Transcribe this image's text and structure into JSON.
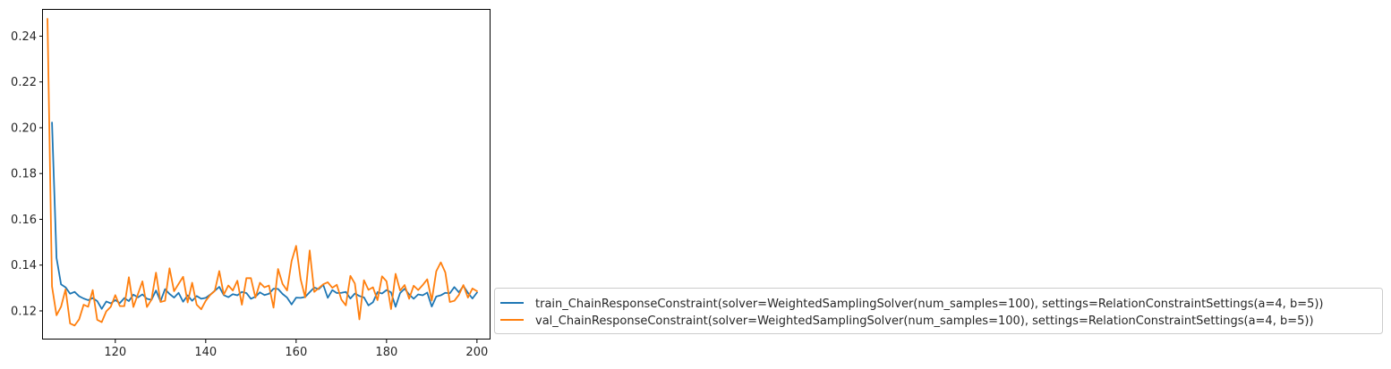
{
  "chart_data": {
    "type": "line",
    "title": "",
    "xlabel": "",
    "ylabel": "",
    "xlim": [
      104,
      203
    ],
    "ylim": [
      0.1075,
      0.2515
    ],
    "xticks": [
      120,
      140,
      160,
      180,
      200
    ],
    "yticks": [
      0.12,
      0.14,
      0.16,
      0.18,
      0.2,
      0.22,
      0.24
    ],
    "legend_position": "outside-lower-right",
    "grid": false,
    "series": [
      {
        "name": "train_ChainResponseConstraint(solver=WeightedSamplingSolver(num_samples=100), settings=RelationConstraintSettings(a=4, b=5))",
        "color": "#1f77b4",
        "x": [
          106,
          107,
          108,
          109,
          110,
          111,
          112,
          113,
          114,
          115,
          116,
          117,
          118,
          119,
          120,
          121,
          122,
          123,
          124,
          125,
          126,
          127,
          128,
          129,
          130,
          131,
          132,
          133,
          134,
          135,
          136,
          137,
          138,
          139,
          140,
          141,
          142,
          143,
          144,
          145,
          146,
          147,
          148,
          149,
          150,
          151,
          152,
          153,
          154,
          155,
          156,
          157,
          158,
          159,
          160,
          161,
          162,
          163,
          164,
          165,
          166,
          167,
          168,
          169,
          170,
          171,
          172,
          173,
          174,
          175,
          176,
          177,
          178,
          179,
          180,
          181,
          182,
          183,
          184,
          185,
          186,
          187,
          188,
          189,
          190,
          191,
          192,
          193,
          194,
          195,
          196,
          197,
          198,
          199,
          200
        ],
        "values": [
          0.2022,
          0.1431,
          0.1316,
          0.1303,
          0.1275,
          0.1283,
          0.1264,
          0.1254,
          0.1247,
          0.1256,
          0.1243,
          0.1209,
          0.1241,
          0.1233,
          0.1247,
          0.1234,
          0.1256,
          0.1243,
          0.1271,
          0.1259,
          0.1272,
          0.1253,
          0.1248,
          0.1289,
          0.1242,
          0.1295,
          0.1274,
          0.1258,
          0.1279,
          0.124,
          0.1268,
          0.1244,
          0.1265,
          0.1253,
          0.1257,
          0.1271,
          0.1288,
          0.1305,
          0.1269,
          0.126,
          0.1273,
          0.1268,
          0.1283,
          0.1278,
          0.1253,
          0.1262,
          0.1281,
          0.1269,
          0.1275,
          0.1297,
          0.1296,
          0.1274,
          0.1258,
          0.1228,
          0.1258,
          0.1257,
          0.1261,
          0.1282,
          0.1302,
          0.1295,
          0.1314,
          0.1257,
          0.1291,
          0.1278,
          0.1279,
          0.1283,
          0.1254,
          0.1276,
          0.1265,
          0.1259,
          0.1224,
          0.1238,
          0.1282,
          0.1276,
          0.1291,
          0.1281,
          0.1218,
          0.1278,
          0.1297,
          0.1272,
          0.1253,
          0.1272,
          0.1268,
          0.128,
          0.1219,
          0.1263,
          0.1268,
          0.1279,
          0.1277,
          0.1304,
          0.1281,
          0.1309,
          0.1279,
          0.1254,
          0.128
        ]
      },
      {
        "name": "val_ChainResponseConstraint(solver=WeightedSamplingSolver(num_samples=100), settings=RelationConstraintSettings(a=4, b=5))",
        "color": "#ff7f0e",
        "x": [
          105,
          106,
          107,
          108,
          109,
          110,
          111,
          112,
          113,
          114,
          115,
          116,
          117,
          118,
          119,
          120,
          121,
          122,
          123,
          124,
          125,
          126,
          127,
          128,
          129,
          130,
          131,
          132,
          133,
          134,
          135,
          136,
          137,
          138,
          139,
          140,
          141,
          142,
          143,
          144,
          145,
          146,
          147,
          148,
          149,
          150,
          151,
          152,
          153,
          154,
          155,
          156,
          157,
          158,
          159,
          160,
          161,
          162,
          163,
          164,
          165,
          166,
          167,
          168,
          169,
          170,
          171,
          172,
          173,
          174,
          175,
          176,
          177,
          178,
          179,
          180,
          181,
          182,
          183,
          184,
          185,
          186,
          187,
          188,
          189,
          190,
          191,
          192,
          193,
          194,
          195,
          196,
          197,
          198,
          199,
          200
        ],
        "values": [
          0.2475,
          0.1307,
          0.1181,
          0.1218,
          0.1294,
          0.1145,
          0.1136,
          0.1163,
          0.1227,
          0.1218,
          0.1291,
          0.1161,
          0.1151,
          0.1198,
          0.1218,
          0.1269,
          0.1221,
          0.1221,
          0.1347,
          0.1217,
          0.1273,
          0.1329,
          0.1217,
          0.1249,
          0.1367,
          0.1239,
          0.1244,
          0.1386,
          0.1286,
          0.1318,
          0.1349,
          0.1237,
          0.1323,
          0.1227,
          0.1207,
          0.1244,
          0.127,
          0.1287,
          0.1374,
          0.1271,
          0.1311,
          0.1289,
          0.1332,
          0.1227,
          0.1343,
          0.1343,
          0.1258,
          0.1323,
          0.1303,
          0.1311,
          0.1214,
          0.1383,
          0.1318,
          0.1289,
          0.1418,
          0.1484,
          0.1338,
          0.1259,
          0.1464,
          0.1283,
          0.1299,
          0.1316,
          0.1325,
          0.1301,
          0.1314,
          0.125,
          0.1224,
          0.1353,
          0.1319,
          0.1163,
          0.1334,
          0.1292,
          0.1303,
          0.1247,
          0.1351,
          0.1329,
          0.1208,
          0.1362,
          0.1289,
          0.1313,
          0.1253,
          0.131,
          0.1291,
          0.1313,
          0.1338,
          0.1245,
          0.1373,
          0.1412,
          0.1368,
          0.1239,
          0.1244,
          0.127,
          0.1313,
          0.1258,
          0.1298,
          0.1286
        ]
      }
    ]
  }
}
